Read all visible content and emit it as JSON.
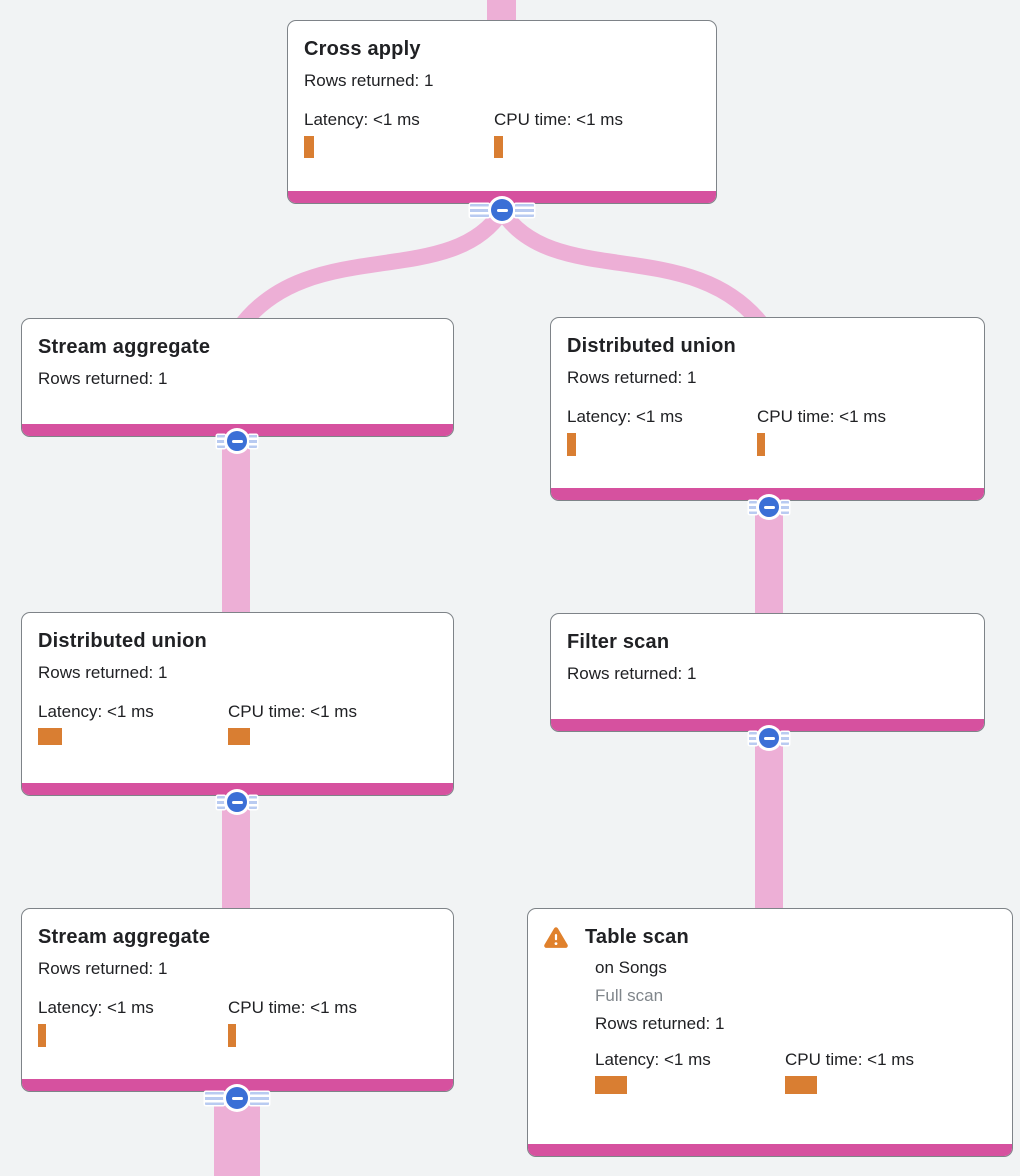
{
  "diagram": {
    "kind": "query-execution-plan",
    "colors": {
      "bg": "#f1f3f4",
      "card_bg": "#ffffff",
      "card_border": "#7e8388",
      "accent_magenta": "#d6519f",
      "edge_pink": "#edafd6",
      "button_blue": "#3b6fd6",
      "stripe_blue": "#b9cbf1",
      "metric_orange": "#d97e32",
      "warning_orange": "#e0812c",
      "text_primary": "#202124",
      "text_secondary": "#80868b"
    },
    "nodes": [
      {
        "id": "cross-apply",
        "title": "Cross apply",
        "rows_returned": "Rows returned: 1",
        "latency_label": "Latency: <1 ms",
        "cpu_label": "CPU time: <1 ms",
        "latency_bar": {
          "w": 10,
          "h": 22
        },
        "cpu_bar": {
          "w": 9,
          "h": 22
        }
      },
      {
        "id": "stream-aggregate-1",
        "title": "Stream aggregate",
        "rows_returned": "Rows returned: 1"
      },
      {
        "id": "distributed-union-right",
        "title": "Distributed union",
        "rows_returned": "Rows returned: 1",
        "latency_label": "Latency: <1 ms",
        "cpu_label": "CPU time: <1 ms",
        "latency_bar": {
          "w": 9,
          "h": 23
        },
        "cpu_bar": {
          "w": 8,
          "h": 23
        }
      },
      {
        "id": "distributed-union-left",
        "title": "Distributed union",
        "rows_returned": "Rows returned: 1",
        "latency_label": "Latency: <1 ms",
        "cpu_label": "CPU time: <1 ms",
        "latency_bar": {
          "w": 24,
          "h": 17
        },
        "cpu_bar": {
          "w": 22,
          "h": 17
        }
      },
      {
        "id": "filter-scan",
        "title": "Filter scan",
        "rows_returned": "Rows returned: 1"
      },
      {
        "id": "stream-aggregate-2",
        "title": "Stream aggregate",
        "rows_returned": "Rows returned: 1",
        "latency_label": "Latency: <1 ms",
        "cpu_label": "CPU time: <1 ms",
        "latency_bar": {
          "w": 8,
          "h": 23
        },
        "cpu_bar": {
          "w": 8,
          "h": 23
        }
      },
      {
        "id": "table-scan",
        "title": "Table scan",
        "has_warning": true,
        "subtitle": "on Songs",
        "scan_type": "Full scan",
        "rows_returned": "Rows returned: 1",
        "latency_label": "Latency: <1 ms",
        "cpu_label": "CPU time: <1 ms",
        "latency_bar": {
          "w": 32,
          "h": 18
        },
        "cpu_bar": {
          "w": 32,
          "h": 18
        }
      }
    ],
    "edges": [
      {
        "from": "offscreen-parent",
        "to": "cross-apply"
      },
      {
        "from": "cross-apply",
        "to": "stream-aggregate-1"
      },
      {
        "from": "cross-apply",
        "to": "distributed-union-right"
      },
      {
        "from": "stream-aggregate-1",
        "to": "distributed-union-left"
      },
      {
        "from": "distributed-union-left",
        "to": "stream-aggregate-2"
      },
      {
        "from": "stream-aggregate-2",
        "to": "offscreen-child"
      },
      {
        "from": "distributed-union-right",
        "to": "filter-scan"
      },
      {
        "from": "filter-scan",
        "to": "table-scan"
      }
    ]
  }
}
